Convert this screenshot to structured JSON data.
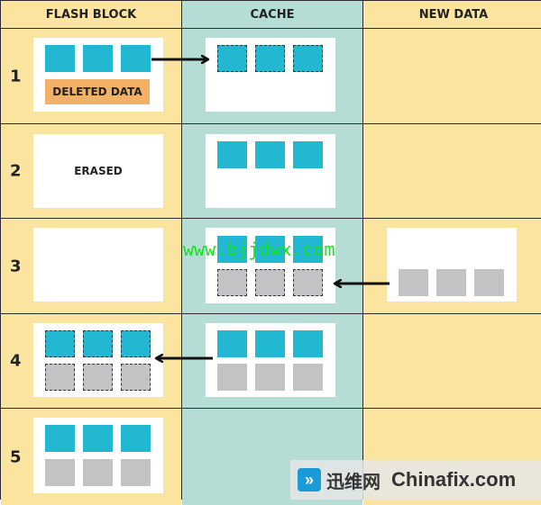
{
  "headers": {
    "flash_block": "FLASH BLOCK",
    "cache": "CACHE",
    "new_data": "NEW DATA"
  },
  "rows": [
    {
      "number": "1",
      "flash_label": "DELETED DATA",
      "flash_text": ""
    },
    {
      "number": "2",
      "flash_label": "",
      "flash_text": "ERASED"
    },
    {
      "number": "3"
    },
    {
      "number": "4"
    },
    {
      "number": "5"
    }
  ],
  "watermark": {
    "url": "www.bjjdwx.com",
    "logo_cn": "迅维网",
    "logo_en": "Chinafix.com"
  },
  "colors": {
    "flash_bg": "#fbe3a0",
    "cache_bg": "#b5ddd6",
    "valid_block": "#22b8d1",
    "new_block": "#c3c3c5",
    "deleted_label": "#f2b166"
  }
}
